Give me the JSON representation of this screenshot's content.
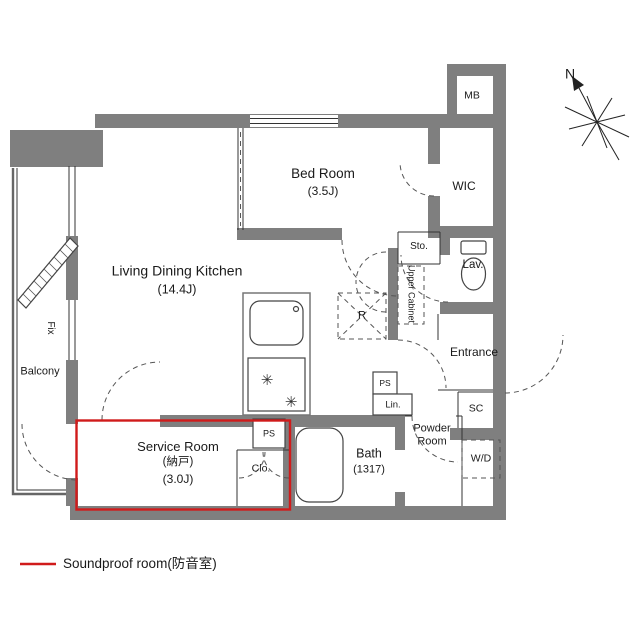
{
  "colors": {
    "wall": "#7f7f7f",
    "accent_red": "#d01b1b"
  },
  "icons": {
    "burner": "✳"
  },
  "compass": {
    "label": "N"
  },
  "legend": {
    "soundproof": "Soundproof room(防音室)"
  },
  "rooms": {
    "mb": {
      "label": "MB"
    },
    "bedroom": {
      "name": "Bed Room",
      "size": "(3.5J)"
    },
    "wic": {
      "label": "WIC"
    },
    "ldk": {
      "name": "Living Dining Kitchen",
      "size": "(14.4J)"
    },
    "balcony": {
      "label": "Balcony"
    },
    "fix": {
      "label": "Fix"
    },
    "sto": {
      "label": "Sto."
    },
    "upper_cabinet": {
      "label": "Upper Cabinet"
    },
    "lav": {
      "label": "Lav."
    },
    "fridge": {
      "label": "R"
    },
    "entrance": {
      "label": "Entrance"
    },
    "sc": {
      "label": "SC"
    },
    "ps_upper": {
      "label": "PS"
    },
    "lin": {
      "label": "Lin."
    },
    "powder": {
      "label": "Powder Room"
    },
    "wd": {
      "label": "W/D"
    },
    "bath": {
      "name": "Bath",
      "size": "(1317)"
    },
    "ps_lower": {
      "label": "PS"
    },
    "service": {
      "name": "Service Room",
      "alt": "(納戸)",
      "size": "(3.0J)"
    },
    "clo": {
      "label": "Clo."
    }
  }
}
